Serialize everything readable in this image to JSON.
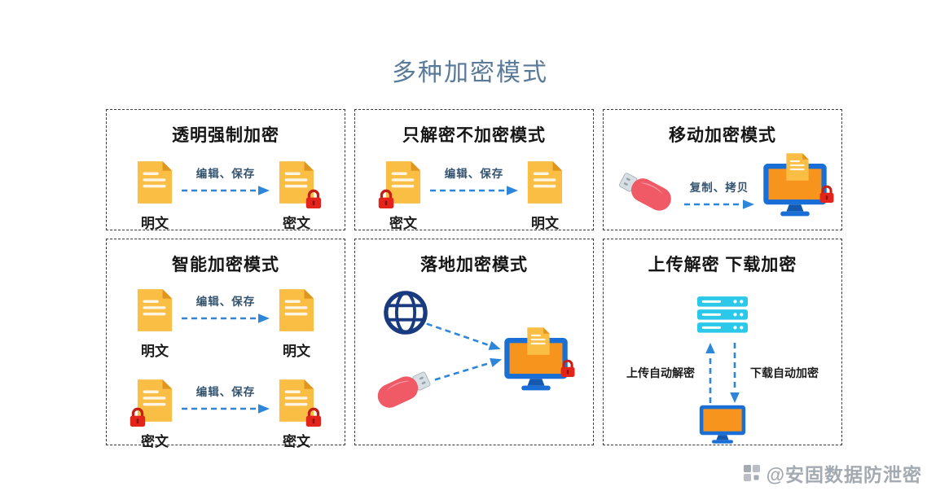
{
  "title": "多种加密模式",
  "watermark": "@安固数据防泄密",
  "colors": {
    "arrow_blue": "#2E86D9",
    "doc_yellow": "#FBBE45",
    "lock_red": "#E2241B",
    "monitor_blue": "#1A6FD6",
    "screen_orange": "#F7941D",
    "usb_pink": "#EF5A66",
    "globe_navy": "#1A3A80",
    "server_cyan": "#2BC8EA",
    "title_blue_gray": "#5A7A9A",
    "watermark_gray": "#A4AAB2"
  },
  "icons": {
    "document": "document-icon",
    "lock": "lock-icon",
    "monitor": "monitor-icon",
    "usb": "usb-drive-icon",
    "globe": "globe-icon",
    "server": "server-icon",
    "arrow": "dashed-arrow-icon"
  },
  "panels": {
    "transparent_force": {
      "title": "透明强制加密",
      "arrow_label": "编辑、保存",
      "source_label": "明文",
      "target_label": "密文"
    },
    "decrypt_only": {
      "title": "只解密不加密模式",
      "arrow_label": "编辑、保存",
      "source_label": "密文",
      "target_label": "明文"
    },
    "mobile": {
      "title": "移动加密模式",
      "arrow_label": "复制、拷贝"
    },
    "smart": {
      "title": "智能加密模式",
      "plain_row": {
        "arrow_label": "编辑、保存",
        "source_label": "明文",
        "target_label": "明文"
      },
      "cipher_row": {
        "arrow_label": "编辑、保存",
        "source_label": "密文",
        "target_label": "密文"
      }
    },
    "landing": {
      "title": "落地加密模式"
    },
    "upload_download": {
      "title": "上传解密 下载加密",
      "upload_label": "上传自动解密",
      "download_label": "下载自动加密"
    }
  }
}
